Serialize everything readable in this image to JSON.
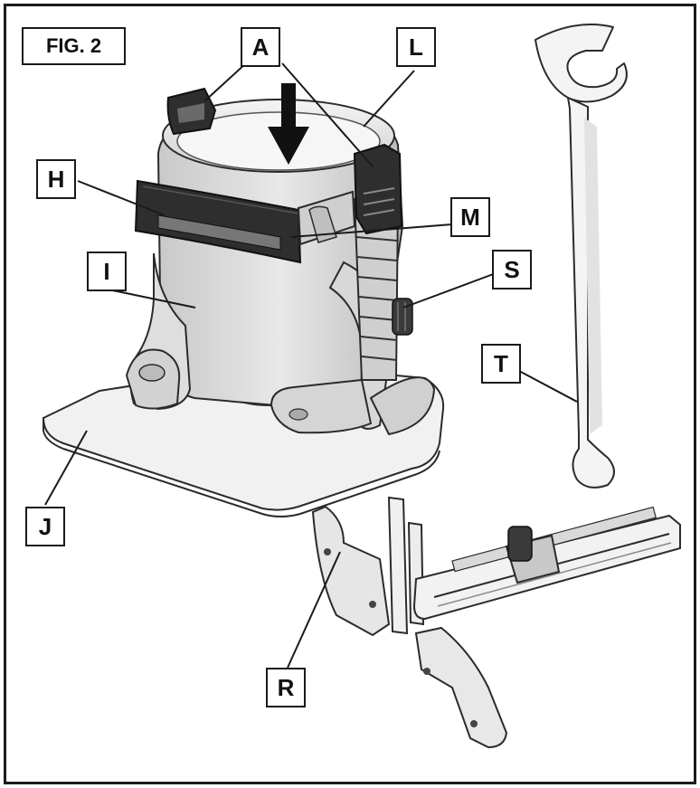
{
  "figure": {
    "title": "FIG. 2"
  },
  "callouts": {
    "A": "A",
    "L": "L",
    "H": "H",
    "M": "M",
    "I": "I",
    "S": "S",
    "T": "T",
    "J": "J",
    "R": "R"
  },
  "colors": {
    "outline": "#2b2b2b",
    "light_gray": "#e4e4e4",
    "mid_gray": "#c8c8c8",
    "dark_gray": "#9a9a9a",
    "black_part": "#2e2e2e",
    "base_plate": "#f2f2f2"
  },
  "icons": {
    "arrow": "down-arrow-icon"
  }
}
